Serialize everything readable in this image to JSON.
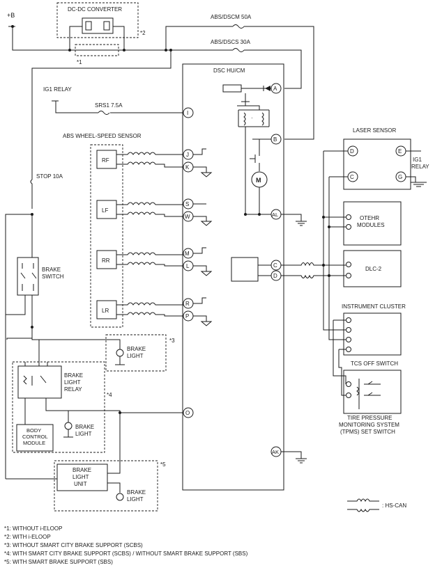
{
  "supply": {
    "plus_b": "+B",
    "ig1_relay": "IG1 RELAY"
  },
  "fuses": {
    "abs_dscm": "ABS/DSCM 50A",
    "abs_dscs": "ABS/DSCS 30A",
    "srs1": "SRS1 7.5A",
    "stop": "STOP 10A"
  },
  "dcdc": {
    "label": "DC-DC CONVERTER",
    "note": "*2",
    "bypass_note": "*1"
  },
  "dsc": {
    "label": "DSC HU/CM",
    "pins": [
      "A",
      "I",
      "B",
      "J",
      "K",
      "S",
      "W",
      "AL",
      "M",
      "L",
      "C",
      "D",
      "R",
      "P",
      "O",
      "AK"
    ]
  },
  "wheel_sensors": {
    "title": "ABS WHEEL-SPEED SENSOR",
    "items": [
      "RF",
      "LF",
      "RR",
      "LR"
    ]
  },
  "laser": {
    "label": "LASER SENSOR",
    "pins": [
      "D",
      "E",
      "C",
      "G"
    ],
    "relay": [
      "IG1",
      "RELAY"
    ]
  },
  "modules": {
    "other": [
      "OTEHR",
      "MODULES"
    ],
    "dlc": "DLC-2",
    "cluster": "INSTRUMENT CLUSTER",
    "tcs": "TCS OFF SWITCH",
    "tpms": [
      "TIRE PRESSURE",
      "MONITORING SYSTEM",
      "(TPMS) SET SWITCH"
    ]
  },
  "brake": {
    "switch": [
      "BRAKE",
      "SWITCH"
    ],
    "light_1": [
      "BRAKE",
      "LIGHT"
    ],
    "note_3": "*3",
    "relay": [
      "BRAKE",
      "LIGHT",
      "RELAY"
    ],
    "note_4": "*4",
    "bcm": [
      "BODY",
      "CONTROL",
      "MODULE"
    ],
    "light_2": [
      "BRAKE",
      "LIGHT"
    ],
    "unit": [
      "BRAKE",
      "LIGHT",
      "UNIT"
    ],
    "note_5": "*5",
    "light_3": [
      "BRAKE",
      "LIGHT"
    ]
  },
  "legend": {
    "hs_can": ": HS-CAN"
  },
  "footnotes": [
    "*1: WITHOUT i-ELOOP",
    "*2: WITH i-ELOOP",
    "*3: WITHOUT SMART CITY BRAKE SUPPORT (SCBS)",
    "*4: WITH SMART CITY BRAKE SUPPORT (SCBS) / WITHOUT SMART BRAKE SUPPORT (SBS)",
    "*5: WITH SMART BRAKE SUPPORT (SBS)"
  ]
}
